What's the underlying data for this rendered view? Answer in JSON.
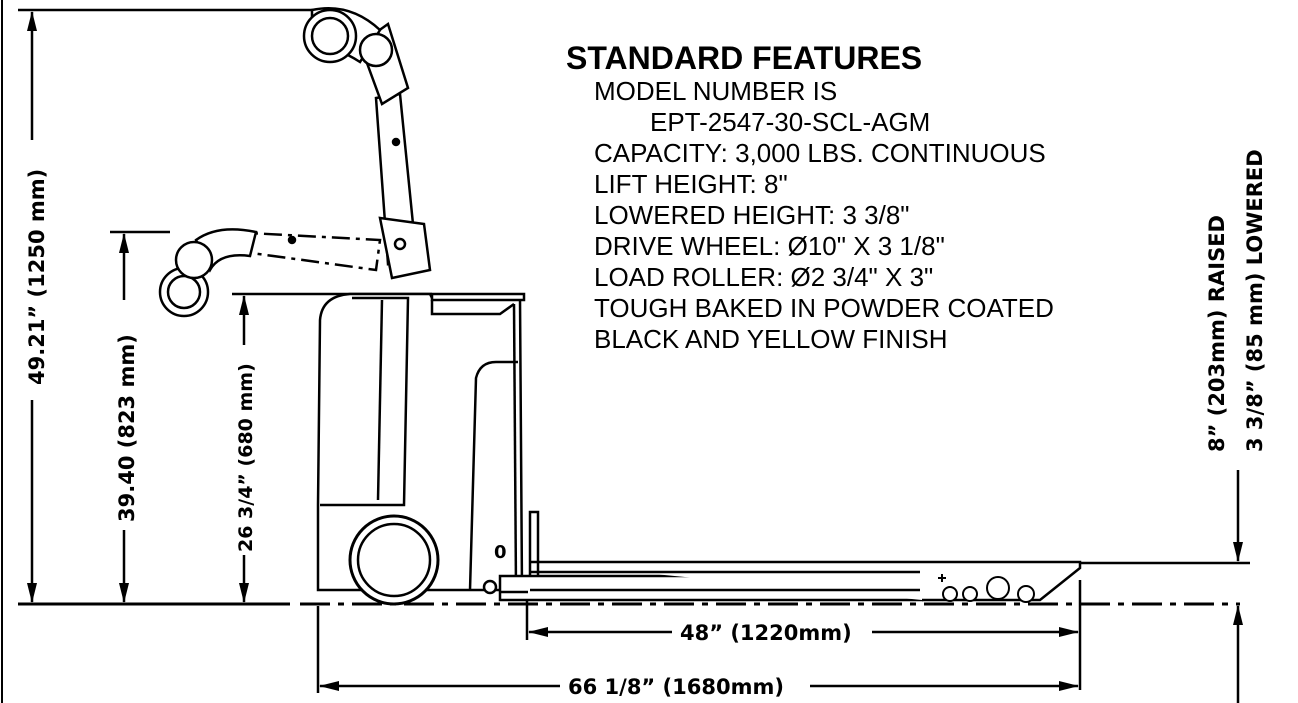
{
  "features": {
    "title": "STANDARD FEATURES",
    "lines": [
      "MODEL NUMBER IS",
      "EPT-2547-30-SCL-AGM",
      "CAPACITY: 3,000 LBS. CONTINUOUS",
      "LIFT HEIGHT: 8\"",
      "LOWERED HEIGHT: 3 3/8\"",
      "DRIVE WHEEL: Ø10\" X 3 1/8\"",
      "LOAD ROLLER: Ø2 3/4\" X 3\"",
      "TOUGH BAKED IN POWDER COATED",
      "BLACK AND YELLOW FINISH"
    ]
  },
  "dimensions": {
    "overall_height": "49.21” (1250 mm)",
    "handle_low_height": "39.40 (823 mm)",
    "body_height": "26 3/4” (680 mm)",
    "fork_raised": "8” (203mm) RAISED",
    "fork_lowered": "3 3/8” (85 mm) LOWERED",
    "fork_length": "48” (1220mm)",
    "overall_length": "66 1/8” (1680mm)"
  }
}
